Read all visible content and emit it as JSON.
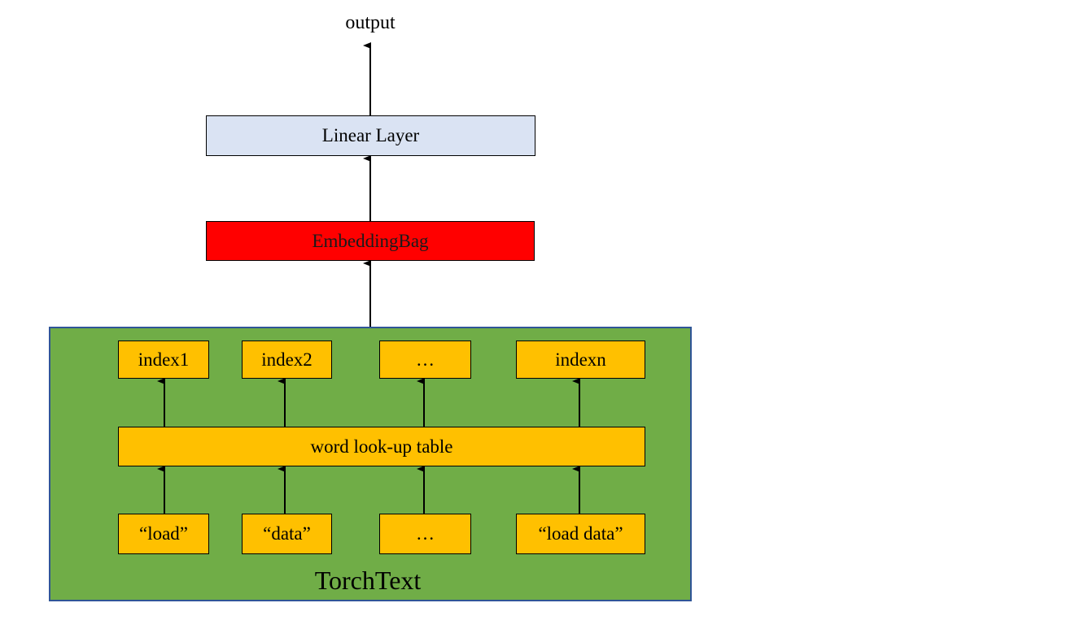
{
  "diagram": {
    "output_label": "output",
    "linear_layer": "Linear Layer",
    "embedding_bag": "EmbeddingBag",
    "group_title": "TorchText",
    "lookup_table": "word look-up table",
    "indices": [
      "index1",
      "index2",
      "…",
      "indexn"
    ],
    "tokens": [
      "“load”",
      "“data”",
      "…",
      "“load data”"
    ]
  },
  "colors": {
    "linear_layer_fill": "#dae3f3",
    "embedding_bag_fill": "#ff0000",
    "group_fill": "#70ad47",
    "group_border": "#2f5597",
    "node_fill": "#ffc000"
  }
}
